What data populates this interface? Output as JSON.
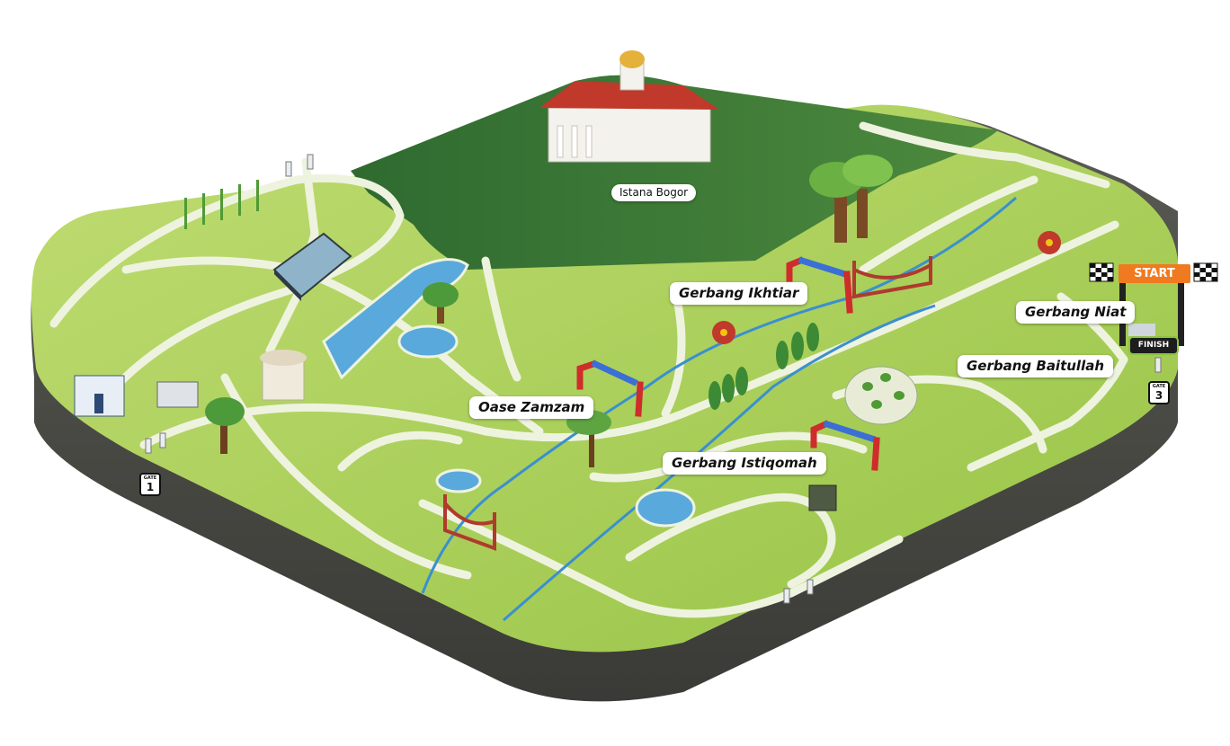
{
  "places": {
    "istana_bogor": "Istana Bogor",
    "gerbang_ikhtiar": "Gerbang Ikhtiar",
    "gerbang_niat": "Gerbang Niat",
    "gerbang_baitullah": "Gerbang Baitullah",
    "oase_zamzam": "Oase Zamzam",
    "gerbang_istiqomah": "Gerbang Istiqomah"
  },
  "gates": [
    {
      "label": "GATE",
      "number": "1"
    },
    {
      "label": "GATE",
      "number": "3"
    }
  ],
  "route": {
    "start": "START",
    "finish": "FINISH"
  },
  "colors": {
    "grass": "#a9cf58",
    "grass_light": "#c4e07a",
    "forest": "#3f7a3a",
    "base_side": "#4a4a45",
    "path": "#eef3df",
    "water": "#5aa9dc",
    "start_banner": "#f07a1f"
  },
  "icons": [
    "palace-icon",
    "tree-icon",
    "arch-gate-icon",
    "bridge-icon",
    "pond-icon",
    "greenhouse-icon",
    "gazebo-icon",
    "museum-icon",
    "dome-icon",
    "checkered-flag-icon",
    "rafflesia-flower-icon"
  ]
}
